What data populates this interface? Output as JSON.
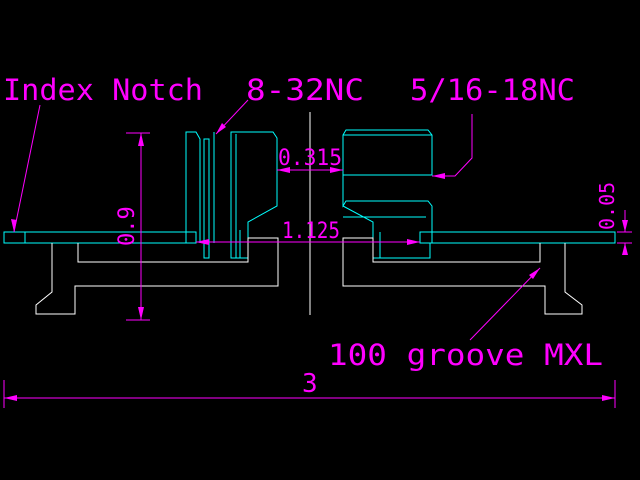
{
  "drawing": {
    "background": "#000000",
    "colors": {
      "outline": "#00ffff",
      "hidden": "#ffffff",
      "dimension": "#ff00ff"
    },
    "labels": {
      "index_notch": "Index Notch",
      "thread_8_32": "8-32NC",
      "thread_5_16": "5/16-18NC",
      "groove": "100 groove MXL"
    },
    "dimensions": {
      "d_0315": "0.315",
      "d_1125": "1.125",
      "d_09": "0.9",
      "d_005": "0.05",
      "d_3": "3"
    }
  }
}
